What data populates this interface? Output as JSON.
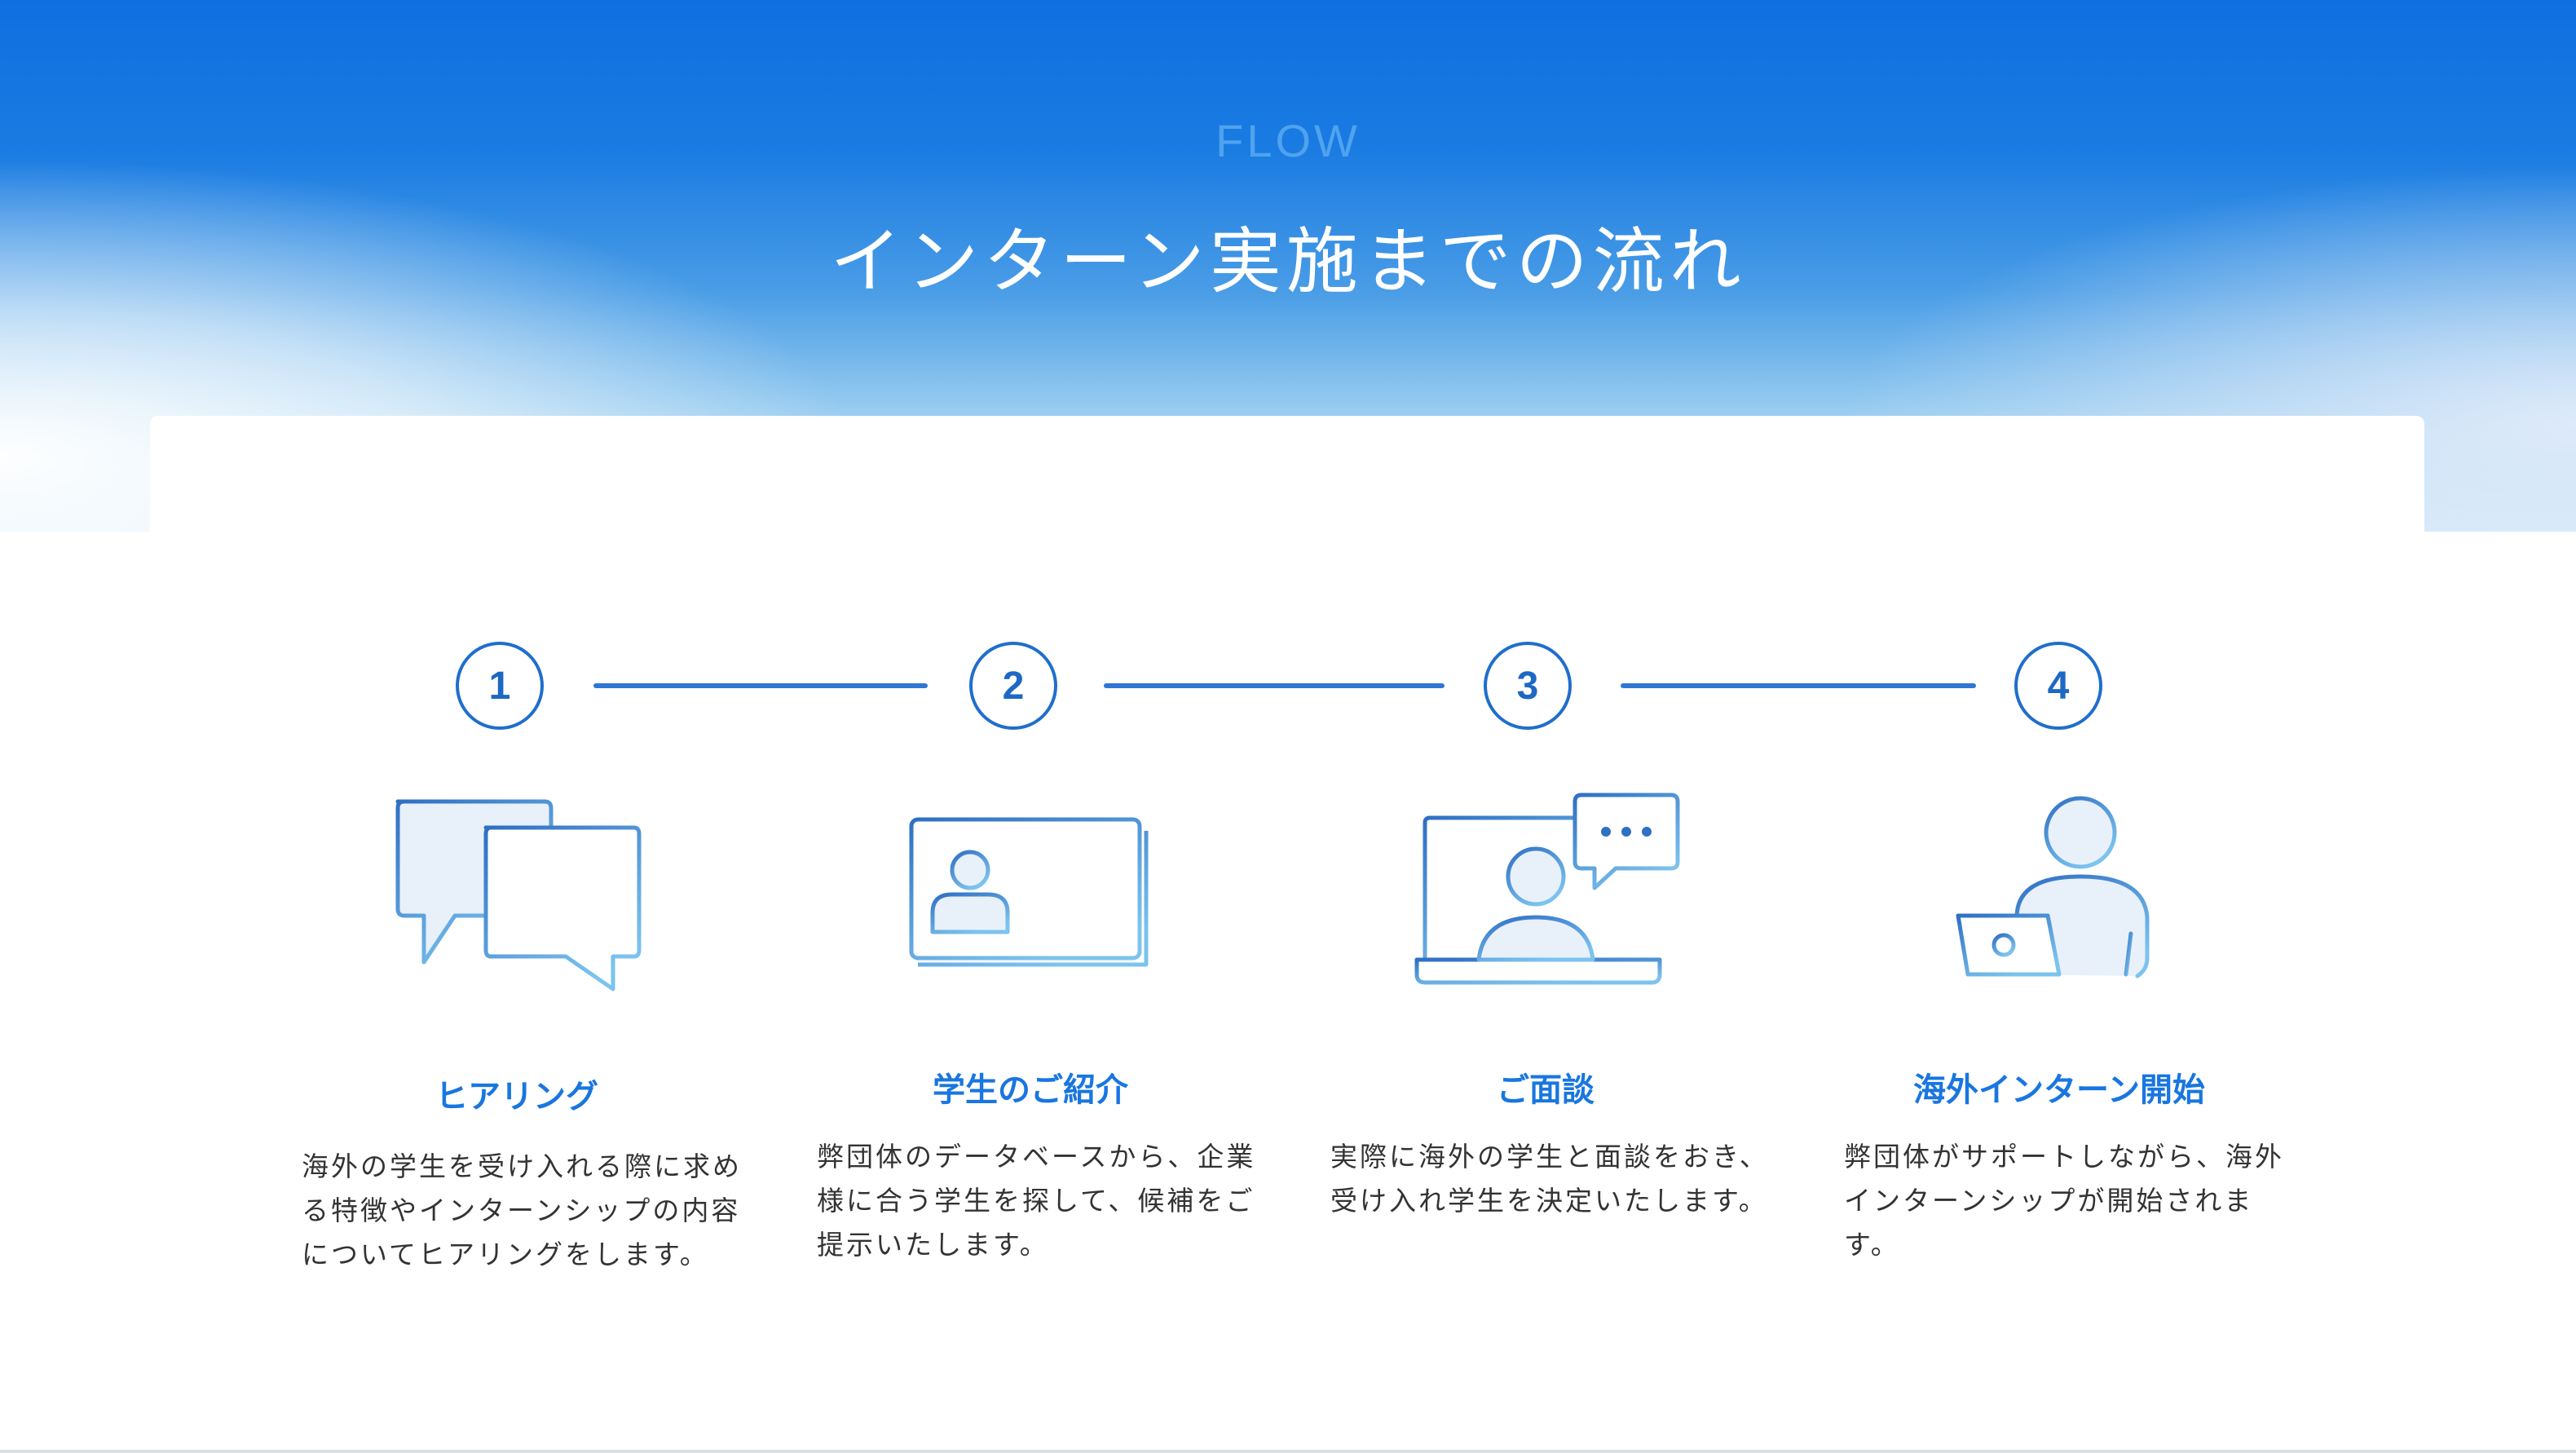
{
  "header": {
    "label": "FLOW",
    "title": "インターン実施までの流れ"
  },
  "steps": [
    {
      "number": "1",
      "icon": "chat-bubbles-icon",
      "title": "ヒアリング",
      "description": "海外の学生を受け入れる際に求める特徴やインターンシップの内容についてヒアリングをします。"
    },
    {
      "number": "2",
      "icon": "profile-card-icon",
      "title": "学生のご紹介",
      "description": "弊団体のデータベースから、企業様に合う学生を探して、候補をご提示いたします。"
    },
    {
      "number": "3",
      "icon": "video-interview-icon",
      "title": "ご面談",
      "description": "実際に海外の学生と面談をおき、受け入れ学生を決定いたします。"
    },
    {
      "number": "4",
      "icon": "person-laptop-icon",
      "title": "海外インターン開始",
      "description": "弊団体がサポートしながら、海外インターンシップが開始されます。"
    }
  ],
  "colors": {
    "accent": "#1976e0",
    "circle_border": "#1f6ecc",
    "icon_light": "#e8f0fa",
    "icon_stroke_dark": "#2f6fc4",
    "icon_stroke_light": "#7cc3ee"
  }
}
